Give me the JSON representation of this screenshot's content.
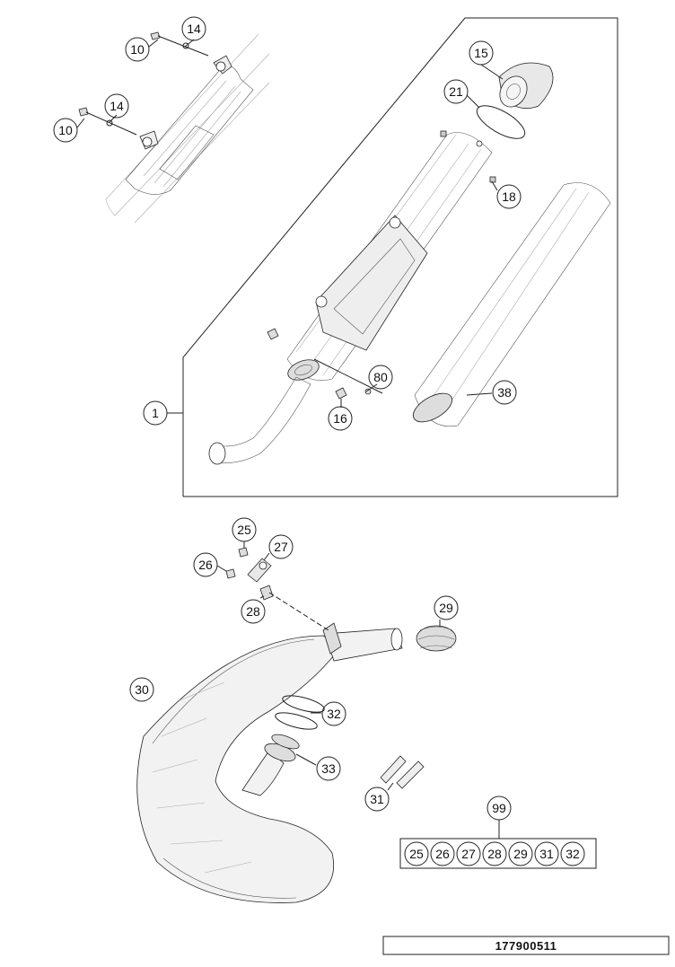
{
  "callouts": {
    "c10a": "10",
    "c14a": "14",
    "c10b": "10",
    "c14b": "14",
    "c15": "15",
    "c21": "21",
    "c18": "18",
    "c1": "1",
    "c80": "80",
    "c16": "16",
    "c38": "38",
    "c25": "25",
    "c27": "27",
    "c26": "26",
    "c28": "28",
    "c29": "29",
    "c30": "30",
    "c32": "32",
    "c33": "33",
    "c31": "31",
    "c99": "99"
  },
  "kit_items": [
    "25",
    "26",
    "27",
    "28",
    "29",
    "31",
    "32"
  ],
  "drawing_number": "177900511"
}
